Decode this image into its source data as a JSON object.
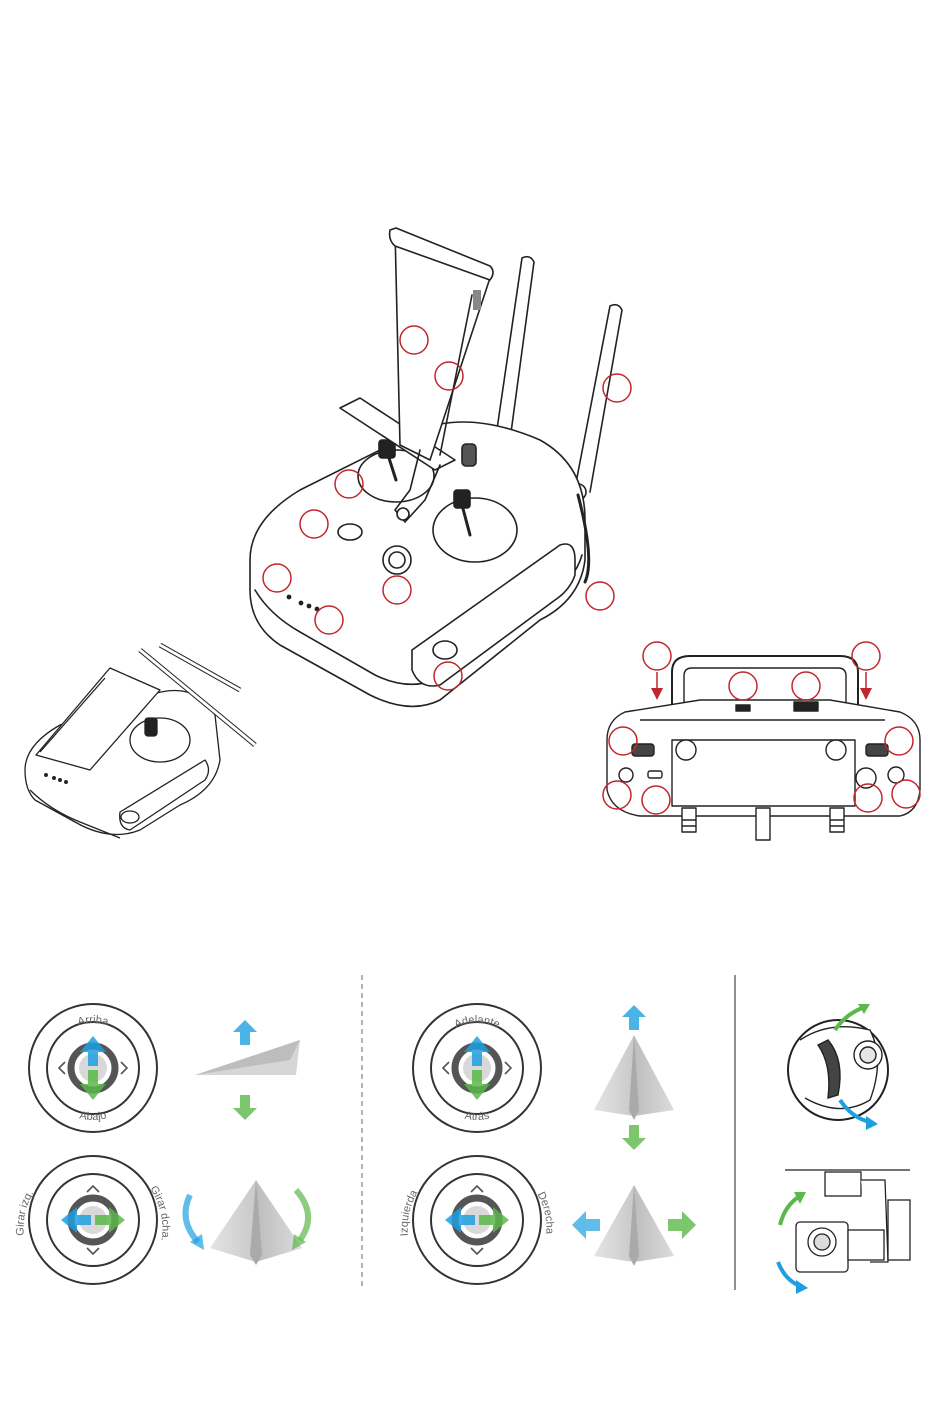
{
  "stick_labels": {
    "up": "Arriba",
    "down": "Abajo",
    "rotate_left": "Girar izq.",
    "rotate_right": "Girar dcha.",
    "forward": "Adelante",
    "backward": "Atrás",
    "left": "Izquierda",
    "right": "Derecha"
  },
  "colors": {
    "callout": "#c0272d",
    "up_arrow": "#1ea0e0",
    "down_arrow": "#5bb84a",
    "line": "#222222"
  }
}
